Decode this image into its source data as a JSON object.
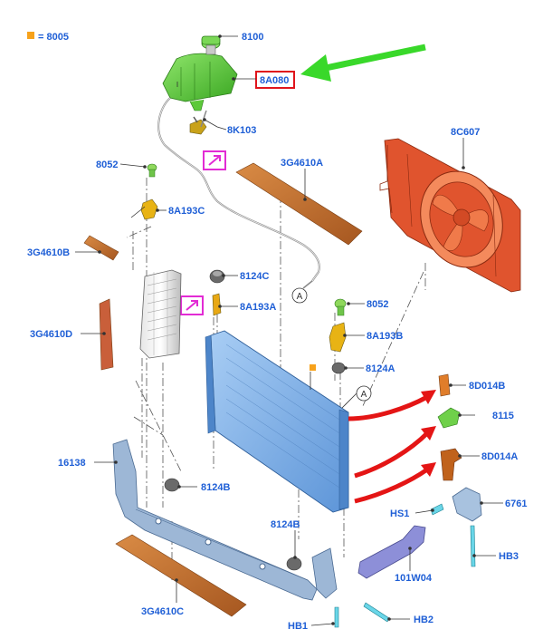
{
  "legend": {
    "code": "8005",
    "marker_color": "#f7a21b"
  },
  "callouts": {
    "c8100": "8100",
    "c8A080": "8A080",
    "c8K103": "8K103",
    "c8C607": "8C607",
    "c8052_top": "8052",
    "c8A193C": "8A193C",
    "c3G4610A": "3G4610A",
    "c3G4610B": "3G4610B",
    "c8124C": "8124C",
    "c8A193A": "8A193A",
    "c8052_right": "8052",
    "c3G4610D": "3G4610D",
    "c8A193B": "8A193B",
    "c8124A": "8124A",
    "c8D014B": "8D014B",
    "c8115": "8115",
    "c16138": "16138",
    "c8D014A": "8D014A",
    "c8124B_left": "8124B",
    "c6761": "6761",
    "cHS1": "HS1",
    "c8124B_bottom": "8124B",
    "cHB3": "HB3",
    "c101W04": "101W04",
    "c3G4610C": "3G4610C",
    "cHB2": "HB2",
    "cHB1": "HB1"
  },
  "connector_marks": {
    "a_upper": "A",
    "a_lower": "A"
  },
  "colors": {
    "label": "#1f5fd6",
    "highlight_box": "#e0141c",
    "pointer_arrow": "#39d82a",
    "flow_arrow": "#e41515",
    "radiator": "#7aaee8",
    "fan_shroud": "#e0542e",
    "foam_pad": "#c06a2a",
    "reservoir": "#5cc93a",
    "bracket": "#9db7d6",
    "magenta_flag": "#e22bd4"
  }
}
